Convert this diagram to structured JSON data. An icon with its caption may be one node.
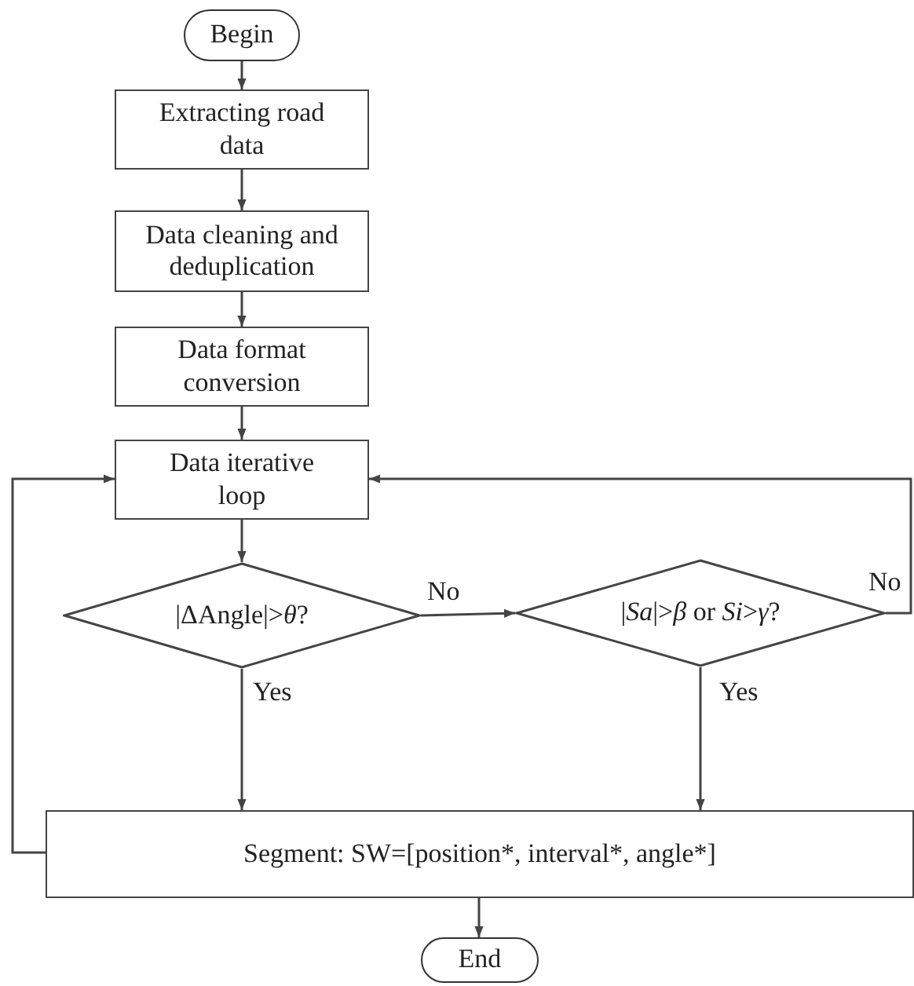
{
  "diagram": {
    "nodes": [
      {
        "text": [
          "Begin"
        ]
      },
      {
        "text": [
          "Extracting road data"
        ]
      },
      {
        "text": [
          "Data cleaning and deduplication"
        ]
      },
      {
        "text": [
          "Data format conversion"
        ]
      },
      {
        "text": [
          "Data iterative loop"
        ]
      },
      {
        "text": [
          "|ΔAngle|>*θ*?"
        ]
      },
      {
        "text": [
          "|*Sa*|>*β* or *Si*>*γ*?"
        ]
      },
      {
        "text": [
          "Segment: SW=[position*, interval*, angle*]"
        ]
      },
      {
        "text": [
          "End"
        ]
      }
    ],
    "edges": [
      {
        "from": 0,
        "to": 1,
        "arrow": "to"
      },
      {
        "from": 1,
        "to": 2,
        "arrow": "to"
      },
      {
        "from": 2,
        "to": 3,
        "arrow": "to"
      },
      {
        "from": 3,
        "to": 4,
        "arrow": "to"
      },
      {
        "from": 4,
        "to": 5,
        "arrow": "to"
      },
      {
        "from": 5,
        "to": 6,
        "arrow": "to",
        "label": "No"
      },
      {
        "from": 6,
        "to": 4,
        "arrow": "to",
        "label": "No"
      },
      {
        "from": 5,
        "to": 7,
        "arrow": "to",
        "label": "Yes"
      },
      {
        "from": 6,
        "to": 7,
        "arrow": "to",
        "label": "Yes"
      },
      {
        "from": 7,
        "to": 4,
        "arrow": "to"
      },
      {
        "from": 7,
        "to": 8,
        "arrow": "to"
      }
    ]
  }
}
